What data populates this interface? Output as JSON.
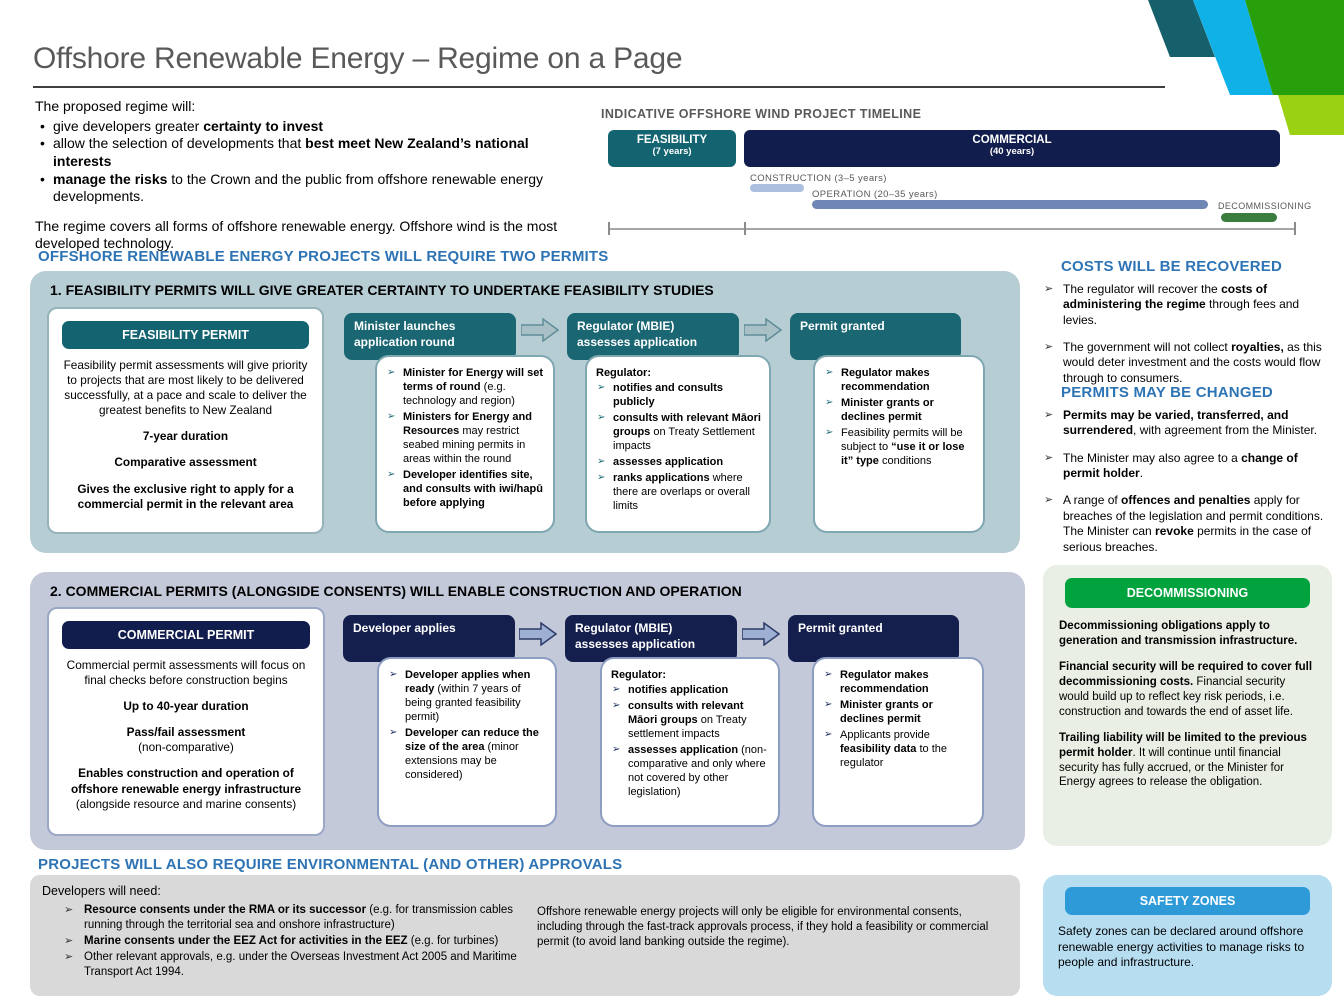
{
  "colors": {
    "teal": "#136470",
    "navy": "#111e4d",
    "heading_blue": "#2e74b5",
    "decommissioning_green": "#00a33e",
    "safety_blue": "#2e9bd8",
    "panel1_bg": "#b7cdd4",
    "panel2_bg": "#c3c9d9",
    "construction_bar": "#abc0de",
    "operation_bar": "#7086b4",
    "decommissioning_bar": "#3b7d3f"
  },
  "header": {
    "title": "Offshore Renewable Energy – Regime on a Page"
  },
  "intro": {
    "lead": "The proposed regime will:",
    "bullets": [
      [
        {
          "t": "give developers greater ",
          "b": false
        },
        {
          "t": "certainty to invest",
          "b": true
        }
      ],
      [
        {
          "t": "allow the selection of developments that ",
          "b": false
        },
        {
          "t": "best meet New Zealand’s national interests",
          "b": true
        }
      ],
      [
        {
          "t": "manage the risks",
          "b": true
        },
        {
          "t": " to the Crown and the public from offshore renewable energy developments.",
          "b": false
        }
      ]
    ],
    "closing": "The regime covers all forms of offshore renewable energy. Offshore wind is the most developed technology."
  },
  "timeline": {
    "title": "INDICATIVE OFFSHORE WIND PROJECT TIMELINE",
    "feasibility_label": "FEASIBILITY",
    "feasibility_sub": "(7 years)",
    "commercial_label": "COMMERCIAL",
    "commercial_sub": "(40 years)",
    "construction_label": "CONSTRUCTION (3–5 years)",
    "operation_label": "OPERATION (20–35 years)",
    "decommissioning_label": "DECOMMISSIONING"
  },
  "two_permits_heading": "OFFSHORE RENEWABLE ENERGY PROJECTS WILL REQUIRE TWO PERMITS",
  "section1": {
    "title": "1. FEASIBILITY PERMITS WILL GIVE GREATER CERTAINTY TO UNDERTAKE FEASIBILITY STUDIES",
    "permit_card": {
      "header": "FEASIBILITY PERMIT",
      "p1": "Feasibility permit assessments will give priority to projects that are most likely to be delivered successfully, at a pace and scale to deliver the greatest benefits to New Zealand",
      "p2": "7-year duration",
      "p3": "Comparative assessment",
      "p4": "Gives the exclusive right to apply for a commercial permit in the relevant area"
    },
    "steps": [
      {
        "header": "Minister launches application round",
        "bullets": [
          [
            {
              "t": "Minister for Energy will set terms of round",
              "b": true
            },
            {
              "t": " (e.g. technology and region)",
              "b": false
            }
          ],
          [
            {
              "t": "Ministers for Energy and Resources",
              "b": true
            },
            {
              "t": " may restrict seabed mining permits in areas within the round",
              "b": false
            }
          ],
          [
            {
              "t": "Developer identifies site, and consults with iwi/hapū before applying",
              "b": true
            }
          ]
        ]
      },
      {
        "header": "Regulator (MBIE) assesses application",
        "intro": "Regulator:",
        "bullets": [
          [
            {
              "t": "notifies and consults publicly",
              "b": true
            }
          ],
          [
            {
              "t": "consults with relevant Māori groups",
              "b": true
            },
            {
              "t": " on Treaty Settlement impacts",
              "b": false
            }
          ],
          [
            {
              "t": "assesses application",
              "b": true
            }
          ],
          [
            {
              "t": "ranks applications",
              "b": true
            },
            {
              "t": " where there are overlaps or overall limits",
              "b": false
            }
          ]
        ]
      },
      {
        "header": "Permit granted",
        "bullets": [
          [
            {
              "t": "Regulator makes recommendation",
              "b": true
            }
          ],
          [
            {
              "t": "Minister grants or declines permit",
              "b": true
            }
          ],
          [
            {
              "t": "Feasibility permits will be subject to ",
              "b": false
            },
            {
              "t": "“use it or lose it” type",
              "b": true
            },
            {
              "t": " conditions",
              "b": false
            }
          ]
        ]
      }
    ]
  },
  "costs": {
    "title": "COSTS WILL BE RECOVERED",
    "bullets": [
      [
        {
          "t": "The regulator will recover the ",
          "b": false
        },
        {
          "t": "costs of administering the regime",
          "b": true
        },
        {
          "t": " through fees and levies.",
          "b": false
        }
      ],
      [
        {
          "t": "The government will not collect ",
          "b": false
        },
        {
          "t": "royalties,",
          "b": true
        },
        {
          "t": " as this would deter investment and the costs would flow through to consumers.",
          "b": false
        }
      ]
    ]
  },
  "permits_changed": {
    "title": "PERMITS MAY BE CHANGED",
    "bullets": [
      [
        {
          "t": "Permits may be varied, transferred, and surrendered",
          "b": true
        },
        {
          "t": ", with agreement from the Minister.",
          "b": false
        }
      ],
      [
        {
          "t": "The Minister may also agree to a ",
          "b": false
        },
        {
          "t": "change of permit holder",
          "b": true
        },
        {
          "t": ".",
          "b": false
        }
      ],
      [
        {
          "t": "A range of ",
          "b": false
        },
        {
          "t": "offences and penalties",
          "b": true
        },
        {
          "t": " apply for breaches of the legislation and permit conditions. The Minister can ",
          "b": false
        },
        {
          "t": "revoke",
          "b": true
        },
        {
          "t": " permits in the case of serious breaches.",
          "b": false
        }
      ]
    ]
  },
  "section2": {
    "title": "2. COMMERCIAL PERMITS (ALONGSIDE CONSENTS) WILL ENABLE CONSTRUCTION AND OPERATION",
    "permit_card": {
      "header": "COMMERCIAL PERMIT",
      "p1": "Commercial permit assessments will focus on final checks before construction begins",
      "p2": "Up to 40-year duration",
      "p3_bold": "Pass/fail assessment",
      "p3_sub": "(non-comparative)",
      "p4_bold": "Enables construction and operation of offshore renewable energy infrastructure",
      "p4_sub": "(alongside resource and marine consents)"
    },
    "steps": [
      {
        "header": "Developer applies",
        "bullets": [
          [
            {
              "t": "Developer applies when ready",
              "b": true
            },
            {
              "t": " (within 7 years of being granted feasibility permit)",
              "b": false
            }
          ],
          [
            {
              "t": "Developer can reduce the size of the area",
              "b": true
            },
            {
              "t": " (minor extensions may be considered)",
              "b": false
            }
          ]
        ]
      },
      {
        "header": "Regulator (MBIE) assesses application",
        "intro": "Regulator:",
        "bullets": [
          [
            {
              "t": "notifies application",
              "b": true
            }
          ],
          [
            {
              "t": "consults with relevant Māori groups",
              "b": true
            },
            {
              "t": " on Treaty settlement impacts",
              "b": false
            }
          ],
          [
            {
              "t": "assesses application",
              "b": true
            },
            {
              "t": " (non-comparative and only where not covered by other legislation)",
              "b": false
            }
          ]
        ]
      },
      {
        "header": "Permit granted",
        "bullets": [
          [
            {
              "t": "Regulator makes recommendation",
              "b": true
            }
          ],
          [
            {
              "t": "Minister grants or declines permit",
              "b": true
            }
          ],
          [
            {
              "t": "Applicants provide ",
              "b": false
            },
            {
              "t": "feasibility data",
              "b": true
            },
            {
              "t": " to the regulator",
              "b": false
            }
          ]
        ]
      }
    ]
  },
  "decommissioning": {
    "header": "DECOMMISSIONING",
    "paragraphs": [
      [
        {
          "t": "Decommissioning obligations apply to generation and transmission infrastructure.",
          "b": true
        }
      ],
      [
        {
          "t": "Financial security will be required to cover full decommissioning costs.",
          "b": true
        },
        {
          "t": " Financial security would build up to reflect key risk periods, i.e. construction and towards the end of asset life.",
          "b": false
        }
      ],
      [
        {
          "t": "Trailing liability will be limited to the previous permit holder",
          "b": true
        },
        {
          "t": ". It will continue until financial security has fully accrued, or the Minister for Energy agrees to release the obligation.",
          "b": false
        }
      ]
    ]
  },
  "environmental": {
    "heading": "PROJECTS WILL ALSO REQUIRE ENVIRONMENTAL (AND OTHER) APPROVALS",
    "lead": "Developers will need:",
    "bullets": [
      [
        {
          "t": "Resource consents under the RMA or its successor",
          "b": true
        },
        {
          "t": " (e.g. for transmission cables running through the territorial sea and onshore infrastructure)",
          "b": false
        }
      ],
      [
        {
          "t": "Marine consents under the EEZ Act for activities in the EEZ",
          "b": true
        },
        {
          "t": " (e.g. for turbines)",
          "b": false
        }
      ],
      [
        {
          "t": "Other relevant approvals, e.g. under the Overseas Investment Act 2005 and Maritime Transport Act 1994.",
          "b": false
        }
      ]
    ],
    "note": "Offshore renewable energy projects will only be eligible for environmental consents, including through the fast-track approvals process, if they hold a feasibility or commercial permit (to avoid land banking outside the regime)."
  },
  "safety": {
    "header": "SAFETY ZONES",
    "text": "Safety zones can be declared around offshore renewable energy activities to manage risks to people and infrastructure."
  }
}
